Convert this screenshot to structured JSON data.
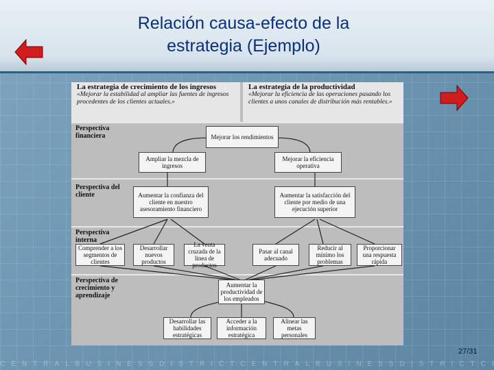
{
  "slide": {
    "title_line1": "Relación causa-efecto de la",
    "title_line2": "estrategia (Ejemplo)",
    "page": "27/31",
    "footer_text": "CENTRALBUSINESSDISTRICTCENTRALBUSINESSDISTRICTCENTRALBUSINESSDISTRICTCENTRAL"
  },
  "nav": {
    "prev_icon": "arrow-left-icon",
    "next_icon": "arrow-right-icon",
    "arrow_color": "#d01c1c"
  },
  "diagram": {
    "left_header": {
      "title": "La estrategia de crecimiento de los ingresos",
      "desc": "«Mejorar la estabilidad al ampliar las fuentes de ingresos procedentes de los clientes actuales.»"
    },
    "right_header": {
      "title": "La estrategia de la productividad",
      "desc": "«Mejorar la eficiencia de las operaciones pasando los clientes a unos canales de distribución más rentables.»"
    },
    "perspectives": {
      "financial": "Perspectiva financiera",
      "customer": "Perspectiva del cliente",
      "internal": "Perspectiva interna",
      "learning": "Perspectiva de crecimiento y aprendizaje"
    },
    "nodes": {
      "mejorar_rendimientos": "Mejorar los rendimientos",
      "ampliar_mezcla": "Ampliar la mezcla de ingresos",
      "mejorar_eficiencia": "Mejorar la eficiencia operativa",
      "aumentar_confianza": "Aumentar la confianza del cliente en nuestro asesoramiento financiero",
      "aumentar_satisfaccion": "Aumentar la satisfacción del cliente por medio de una ejecución superior",
      "comprender_segmentos": "Comprender a los segmentos de clientes",
      "desarrollar_productos": "Desarrollar nuevos productos",
      "venta_cruzada": "La venta cruzada de la línea de productos",
      "pasar_canal": "Pasar al canal adecuado",
      "reducir_problemas": "Reducir al mínimo los problemas",
      "respuesta_rapida": "Proporcionar una respuesta rápida",
      "aumentar_productividad": "Aumentar la productividad de los empleados",
      "desarrollar_habilidades": "Desarrollar las habilidades estratégicas",
      "acceder_informacion": "Acceder a la información estratégica",
      "alinear_metas": "Alinear las metas personales"
    }
  }
}
